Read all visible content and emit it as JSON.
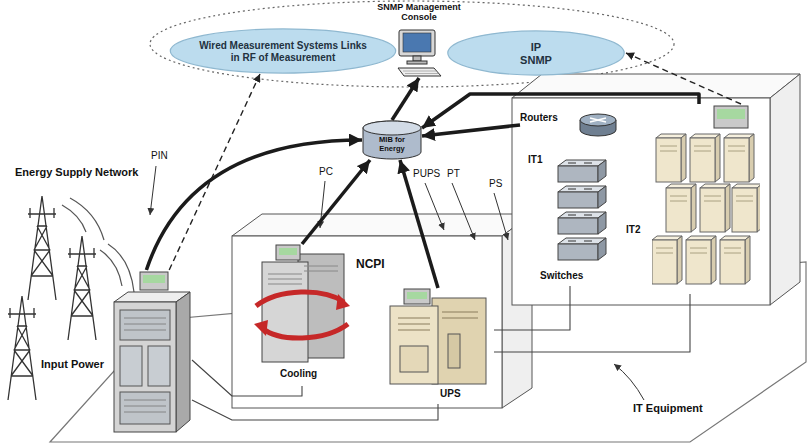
{
  "diagram": {
    "nodes": [
      {
        "text": [
          "SNMP Management Console"
        ]
      },
      {
        "text": [
          "Wired Measurement Systems Links in RF of Measurement"
        ]
      },
      {
        "text": [
          "IP SNMP"
        ]
      },
      {
        "text": [
          "MIB for Energy"
        ]
      },
      {
        "text": [
          "NCPI"
        ]
      },
      {
        "text": [
          "Cooling"
        ],
        "in": 4
      },
      {
        "text": [
          "UPS"
        ],
        "in": 4
      },
      {
        "text": [
          "Input Power"
        ]
      },
      {
        "text": [
          "Routers"
        ]
      },
      {
        "text": [
          "IT1",
          "Switches"
        ]
      },
      {
        "text": [
          "IT2"
        ]
      }
    ],
    "edges": [
      {
        "from": 7,
        "to": 3,
        "arrow": "to"
      },
      {
        "from": 5,
        "to": 3,
        "arrow": "to"
      },
      {
        "from": 6,
        "to": 3,
        "arrow": "to"
      },
      {
        "from": 8,
        "to": 3,
        "arrow": "to"
      },
      {
        "from": 10,
        "to": 3,
        "arrow": "to"
      },
      {
        "from": 3,
        "to": 0,
        "arrow": "to"
      },
      {
        "from": 7,
        "to": 1,
        "arrow": "to"
      },
      {
        "from": 10,
        "to": 2,
        "arrow": "to"
      },
      {
        "from": 7,
        "to": 5,
        "arrow": "none"
      },
      {
        "from": 7,
        "to": 6,
        "arrow": "none"
      },
      {
        "from": 6,
        "to": 9,
        "arrow": "none"
      },
      {
        "from": 6,
        "to": 10,
        "arrow": "none"
      }
    ],
    "labels": [
      "Energy Supply Network",
      "PIN",
      "PC",
      "PUPS",
      "PT",
      "PS",
      "IT Equipment"
    ]
  }
}
